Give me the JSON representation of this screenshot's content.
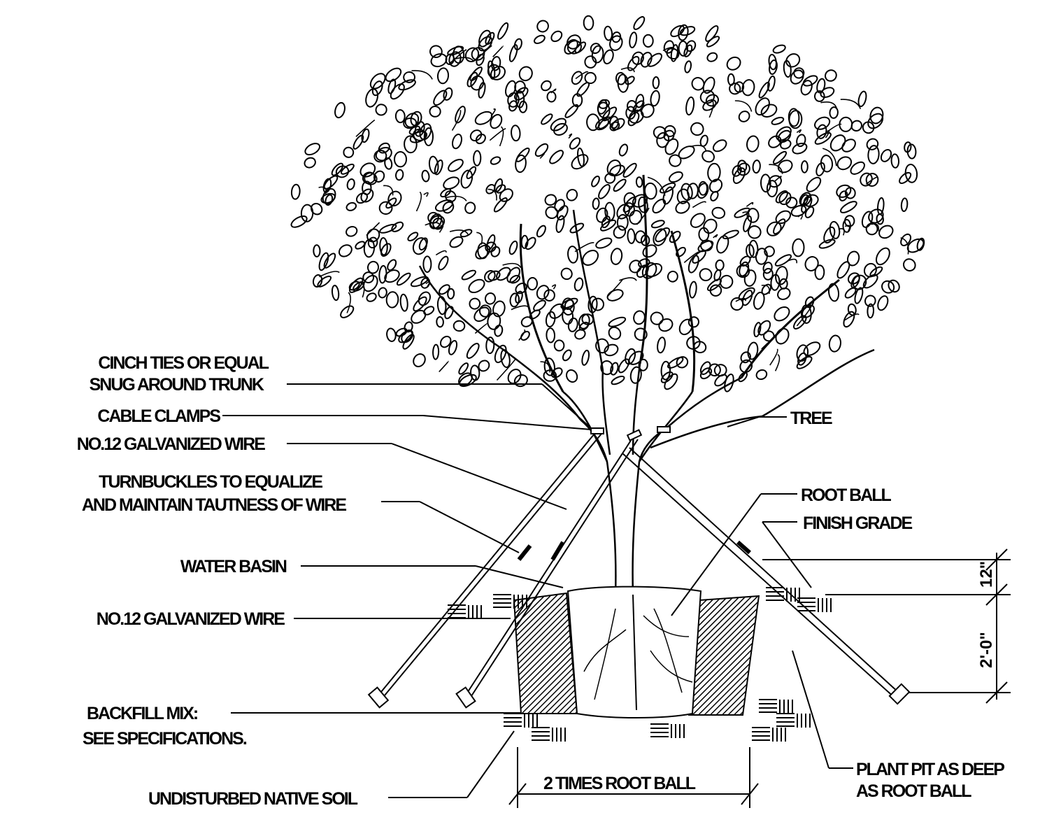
{
  "title": "Tree Staking / Guying Detail",
  "labels": {
    "cinch_ties_1": "CINCH TIES OR EQUAL",
    "cinch_ties_2": "SNUG AROUND TRUNK",
    "cable_clamps": "CABLE CLAMPS",
    "wire_upper": "NO.12 GALVANIZED WIRE",
    "turnbuckles_1": "TURNBUCKLES TO EQUALIZE",
    "turnbuckles_2": "AND MAINTAIN TAUTNESS OF WIRE",
    "water_basin": "WATER BASIN",
    "wire_lower": "NO.12 GALVANIZED WIRE",
    "backfill_1": "BACKFILL MIX:",
    "backfill_2": "SEE SPECIFICATIONS.",
    "native_soil": "UNDISTURBED NATIVE SOIL",
    "tree": "TREE",
    "root_ball": "ROOT BALL",
    "finish_grade": "FINISH GRADE",
    "plant_pit_1": "PLANT PIT AS DEEP",
    "plant_pit_2": "AS ROOT BALL",
    "width_dim": "2 TIMES ROOT BALL"
  },
  "dimensions": {
    "basin_height": "12\"",
    "pit_depth": "2'-0\""
  },
  "colors": {
    "ink": "#000000",
    "background": "#ffffff"
  }
}
